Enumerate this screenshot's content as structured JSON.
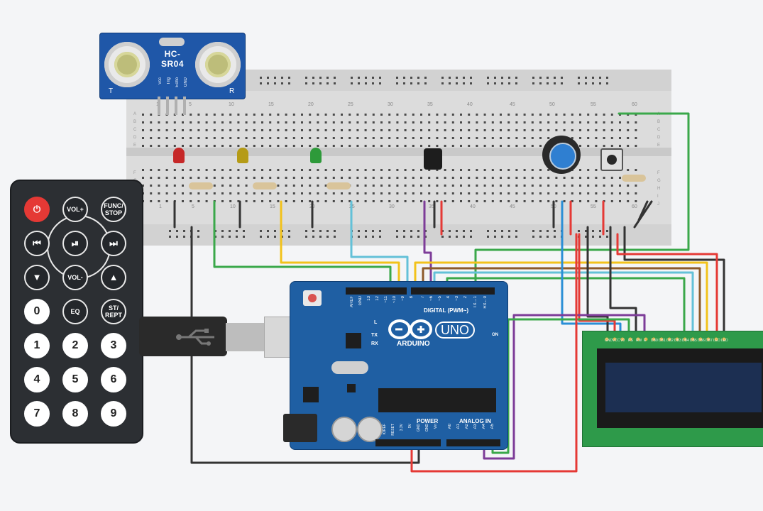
{
  "sensor": {
    "title": "HC-SR04",
    "pins": [
      "Vcc",
      "Trig",
      "Echo",
      "GND"
    ],
    "left_mark": "T",
    "right_mark": "R"
  },
  "breadboard": {
    "column_numbers": [
      "1",
      "5",
      "10",
      "15",
      "20",
      "25",
      "30",
      "35",
      "40",
      "45",
      "50",
      "55",
      "60"
    ],
    "row_letters": [
      "A",
      "B",
      "C",
      "D",
      "E",
      "F",
      "G",
      "H",
      "I",
      "J"
    ]
  },
  "remote": {
    "buttons": {
      "power": "⏻",
      "vol_up": "VOL+",
      "func_stop": "FUNC/ STOP",
      "prev": "⏮",
      "play_pause": "⏯",
      "next": "⏭",
      "down": "▼",
      "vol_down": "VOL-",
      "up": "▲",
      "zero": "0",
      "eq": "EQ",
      "st_rept": "ST/ REPT",
      "one": "1",
      "two": "2",
      "three": "3",
      "four": "4",
      "five": "5",
      "six": "6",
      "seven": "7",
      "eight": "8",
      "nine": "9"
    }
  },
  "arduino": {
    "brand": "ARDUINO",
    "model": "UNO",
    "digital_label": "DIGITAL (PWM~)",
    "power_label": "POWER",
    "analog_label": "ANALOG IN",
    "on_label": "ON",
    "led_labels": [
      "L",
      "TX",
      "RX"
    ],
    "top_pins": [
      "AREF",
      "GND",
      "13",
      "12",
      "~11",
      "~10",
      "~9",
      "8",
      "7",
      "~6",
      "~5",
      "4",
      "~3",
      "2",
      "TX→1",
      "RX←0"
    ],
    "power_pins": [
      "IOREF",
      "RESET",
      "3.3V",
      "5V",
      "GND",
      "GND",
      "Vin"
    ],
    "analog_pins": [
      "A0",
      "A1",
      "A2",
      "A3",
      "A4",
      "A5"
    ]
  },
  "lcd": {
    "pins": [
      "GND",
      "VCC",
      "V0",
      "RS",
      "RW",
      "E",
      "DB0",
      "DB1",
      "DB2",
      "DB3",
      "DB4",
      "DB5",
      "DB6",
      "DB7",
      "LED",
      "LED"
    ]
  },
  "colors": {
    "wire_green": "#3aa84a",
    "wire_yellow": "#f2c21b",
    "wire_cyan": "#63c1d8",
    "wire_purple": "#7d3c98",
    "wire_red": "#e53935",
    "wire_black": "#333333",
    "wire_brown": "#8d5a2b",
    "wire_blue": "#2a8fd6",
    "led_red": "#c62828",
    "led_yellow": "#b59b16",
    "led_green": "#2e9a3a"
  }
}
